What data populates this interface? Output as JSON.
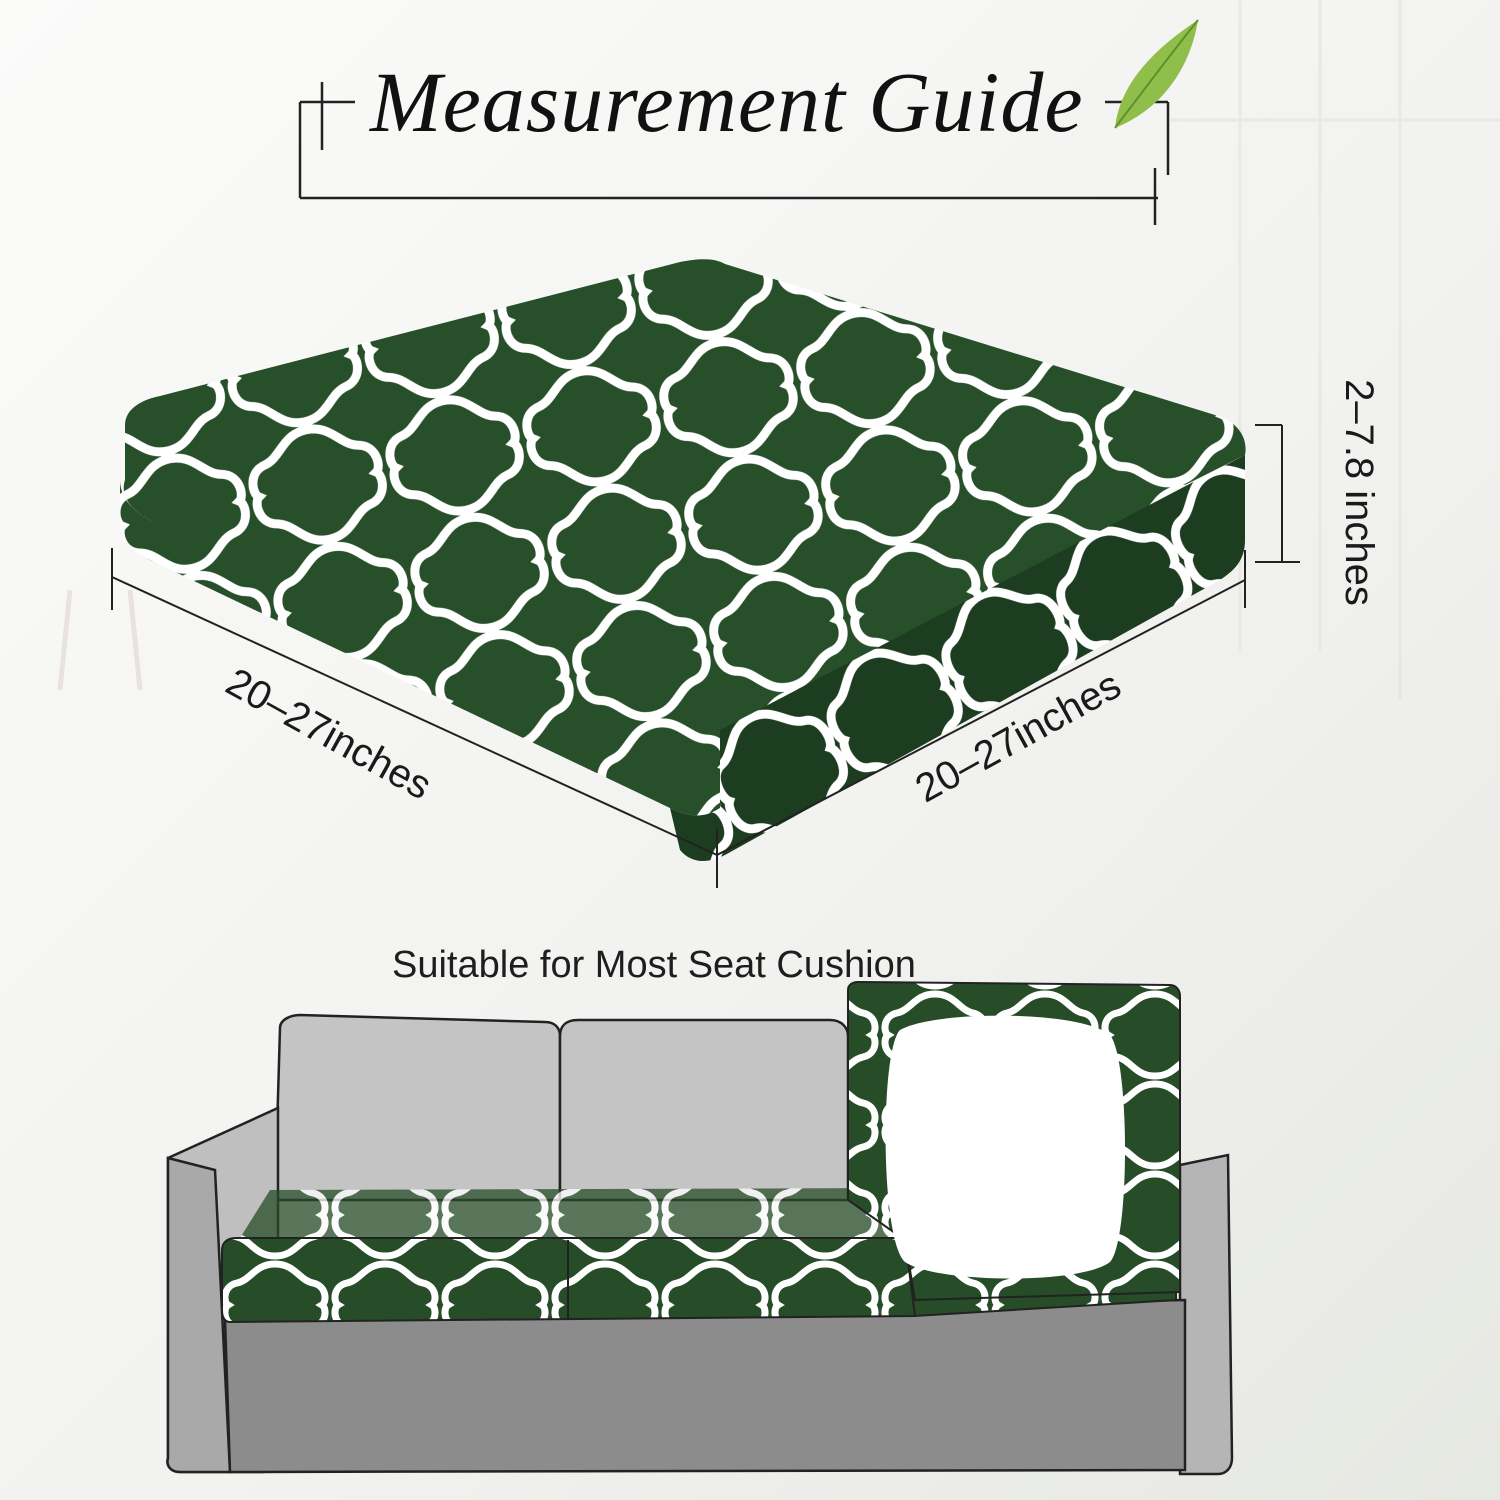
{
  "title": "Measurement Guide",
  "dimensions": {
    "left_side": "20–27inches",
    "right_side": "20–27inches",
    "height": "2–7.8 inches"
  },
  "caption": "Suitable for Most Seat Cushion",
  "colors": {
    "fabric_green": "#274f2a",
    "fabric_dark": "#1d3d20",
    "pattern_line": "#ffffff",
    "sofa_gray": "#c4c4c4",
    "sofa_dark_gray": "#8c8c8c",
    "background": "#f4f4f2"
  },
  "icons": [
    "leaf-icon"
  ]
}
